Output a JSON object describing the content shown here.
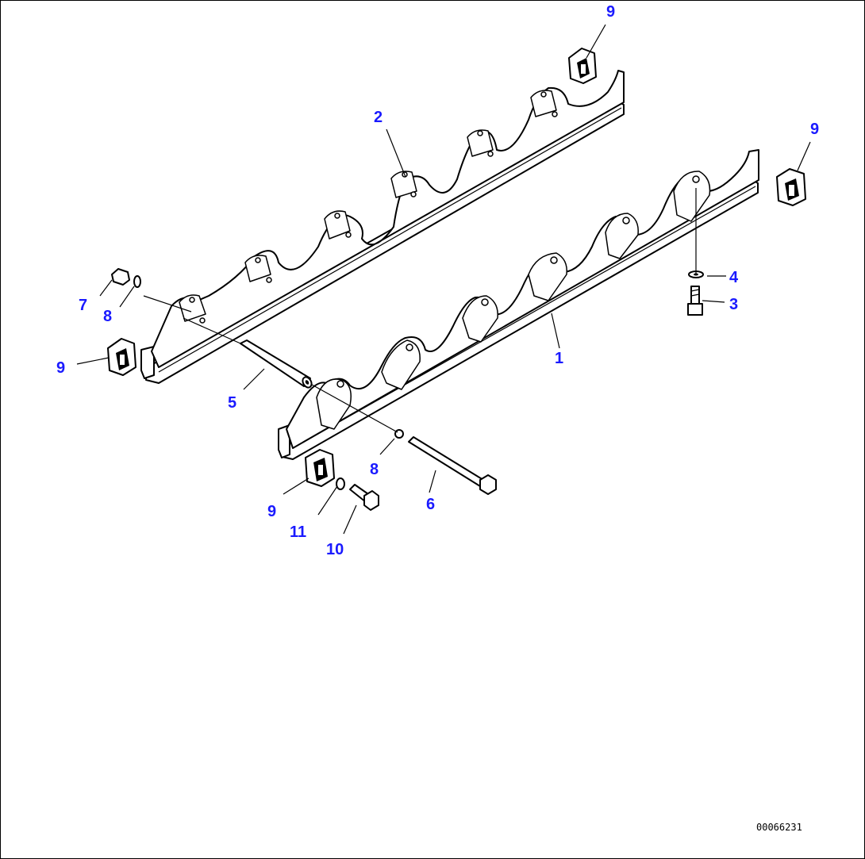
{
  "colors": {
    "callout": "#1a1aff",
    "line": "#000000",
    "background": "#ffffff"
  },
  "callouts": [
    {
      "id": "c9-top",
      "label": "9"
    },
    {
      "id": "c2",
      "label": "2"
    },
    {
      "id": "c9-right",
      "label": "9"
    },
    {
      "id": "c7",
      "label": "7"
    },
    {
      "id": "c8-left",
      "label": "8"
    },
    {
      "id": "c4",
      "label": "4"
    },
    {
      "id": "c3",
      "label": "3"
    },
    {
      "id": "c1",
      "label": "1"
    },
    {
      "id": "c9-left",
      "label": "9"
    },
    {
      "id": "c5",
      "label": "5"
    },
    {
      "id": "c8-bottom",
      "label": "8"
    },
    {
      "id": "c6",
      "label": "6"
    },
    {
      "id": "c9-bottom",
      "label": "9"
    },
    {
      "id": "c11",
      "label": "11"
    },
    {
      "id": "c10",
      "label": "10"
    }
  ],
  "drawing_id": "00066231"
}
